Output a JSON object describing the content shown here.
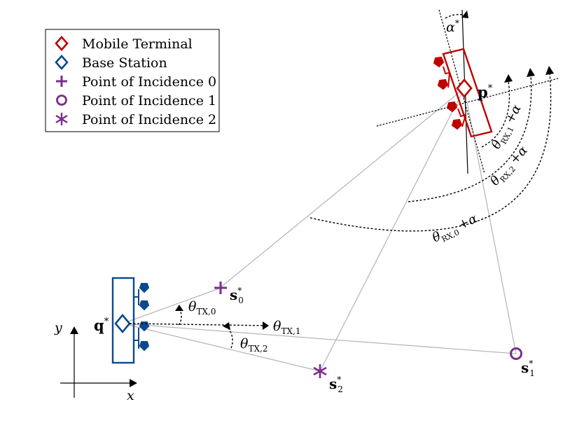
{
  "legend": {
    "items": [
      {
        "label": "Mobile Terminal",
        "icon": "red-diamond-icon"
      },
      {
        "label": "Base Station",
        "icon": "blue-diamond-icon"
      },
      {
        "label": "Point of Incidence 0",
        "icon": "purple-plus-icon"
      },
      {
        "label": "Point of Incidence 1",
        "icon": "purple-circle-icon"
      },
      {
        "label": "Point of Incidence 2",
        "icon": "purple-asterisk-icon"
      }
    ]
  },
  "labels": {
    "mobile_pos": {
      "main": "p",
      "sup": "*"
    },
    "base_pos": {
      "main": "q",
      "sup": "*"
    },
    "alpha": {
      "main": "α",
      "sup": "*"
    },
    "s0": {
      "main": "s",
      "sup": "*",
      "sub": "0"
    },
    "s1": {
      "main": "s",
      "sup": "*",
      "sub": "1"
    },
    "s2": {
      "main": "s",
      "sup": "*",
      "sub": "2"
    },
    "theta_tx0": {
      "main": "θ",
      "sub": "TX,0"
    },
    "theta_tx1": {
      "main": "θ",
      "sub": "TX,1"
    },
    "theta_tx2": {
      "main": "θ",
      "sub": "TX,2"
    },
    "theta_rx0": {
      "main": "θ",
      "sub": "RX,0",
      "tail": "+α"
    },
    "theta_rx1": {
      "main": "θ",
      "sub": "RX,1",
      "tail": "+α"
    },
    "theta_rx2": {
      "main": "θ",
      "sub": "RX,2",
      "tail": "+α"
    },
    "axis_x": "x",
    "axis_y": "y"
  },
  "colors": {
    "mobile_red": "#c00000",
    "base_blue": "#0a4a8c",
    "incidence_purple": "#7b2d8e",
    "ray_gray": "#b4b4b4"
  }
}
